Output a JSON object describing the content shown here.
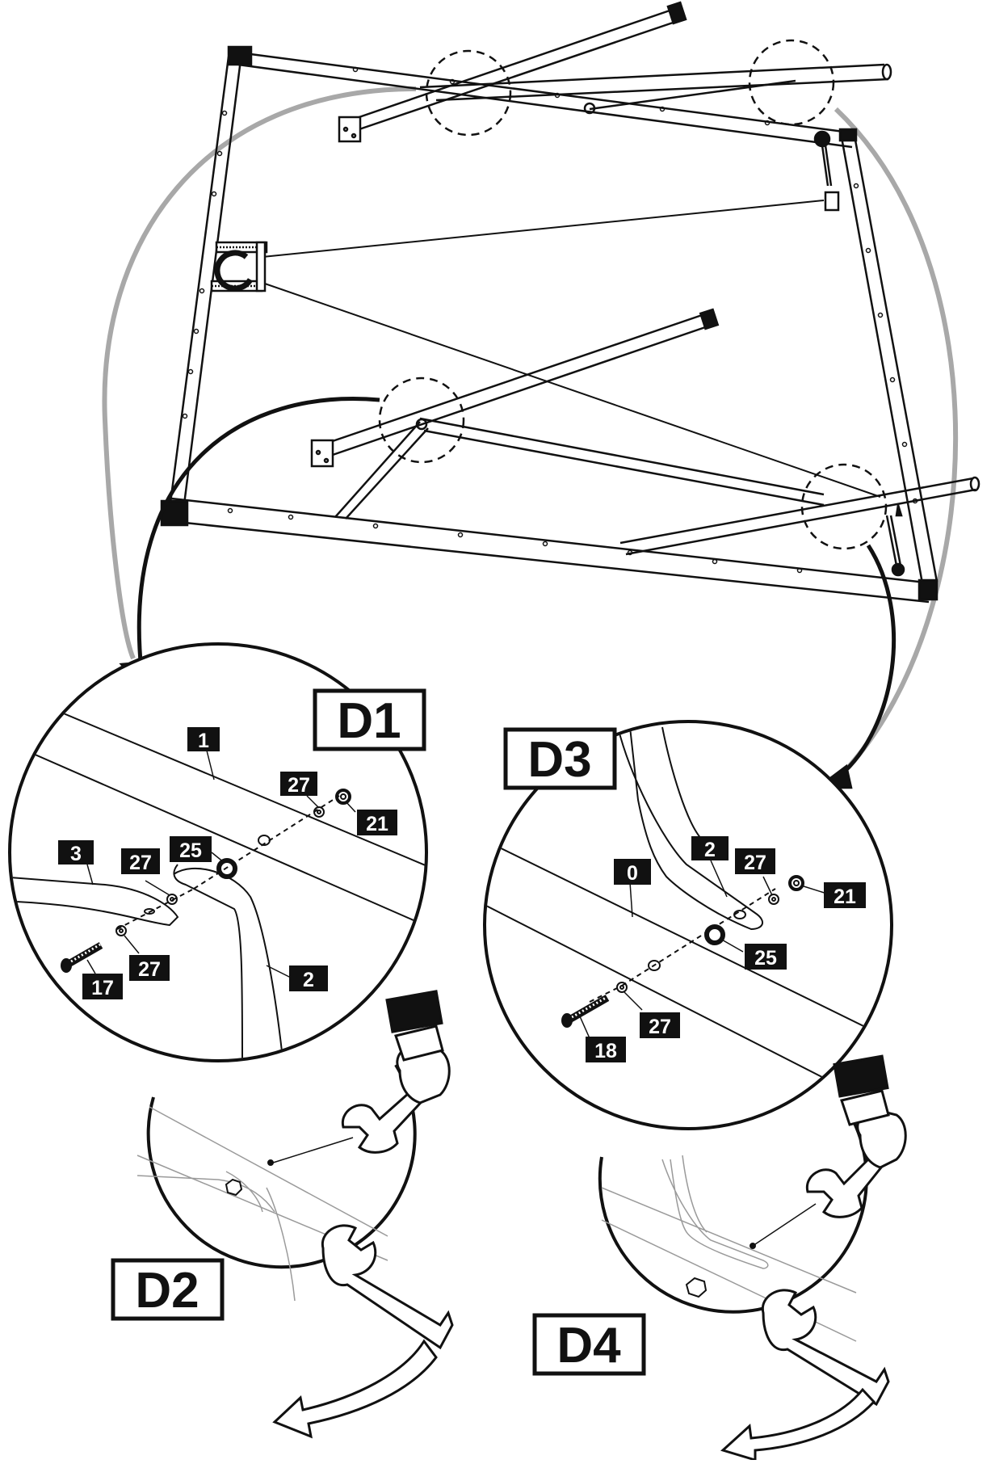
{
  "steps": {
    "d1": "D1",
    "d2": "D2",
    "d3": "D3",
    "d4": "D4"
  },
  "d1_parts": {
    "p1": "1",
    "p3": "3",
    "p27a": "27",
    "p21": "21",
    "p25": "25",
    "p27b": "27",
    "p27c": "27",
    "p17": "17",
    "p2": "2"
  },
  "d3_parts": {
    "p2": "2",
    "p27a": "27",
    "p0": "0",
    "p21": "21",
    "p25": "25",
    "p27b": "27",
    "p18": "18"
  },
  "colors": {
    "ink": "#111111",
    "guide_arrow": "#a8a8a8",
    "faded_detail": "#9a9a9a"
  }
}
